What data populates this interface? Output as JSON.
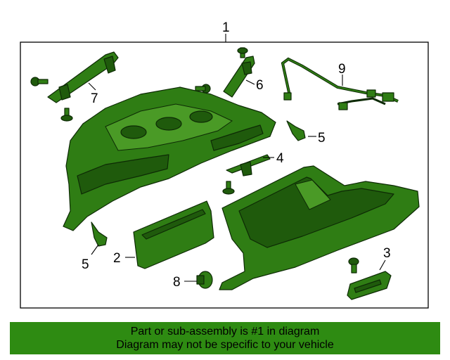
{
  "callouts": {
    "c1": "1",
    "c2": "2",
    "c3": "3",
    "c4": "4",
    "c5a": "5",
    "c5b": "5",
    "c6": "6",
    "c7": "7",
    "c8": "8",
    "c9": "9"
  },
  "footer": {
    "line1": "Part or sub-assembly is #1 in diagram",
    "line2": "Diagram may not be specific to your vehicle"
  },
  "colors": {
    "part_fill": "#2f7d14",
    "footer_bg": "#2e8b12"
  }
}
